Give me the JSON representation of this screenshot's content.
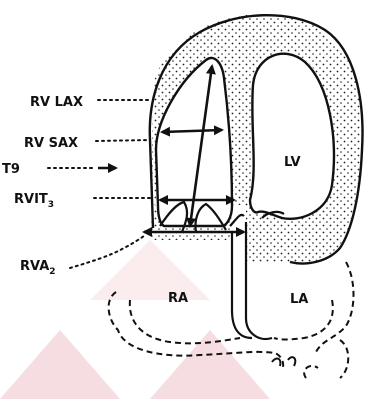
{
  "labels": {
    "rv_lax": "RV LAX",
    "rv_sax": "RV SAX",
    "t9": "T9",
    "rvit": "RVIT",
    "rvit_sub": "3",
    "rva": "RVA",
    "rva_sub": "2"
  },
  "chambers": {
    "lv": "LV",
    "ra": "RA",
    "la": "LA"
  },
  "colors": {
    "ink": "#111111",
    "watermark": "#f3d6da",
    "background": "#ffffff"
  }
}
